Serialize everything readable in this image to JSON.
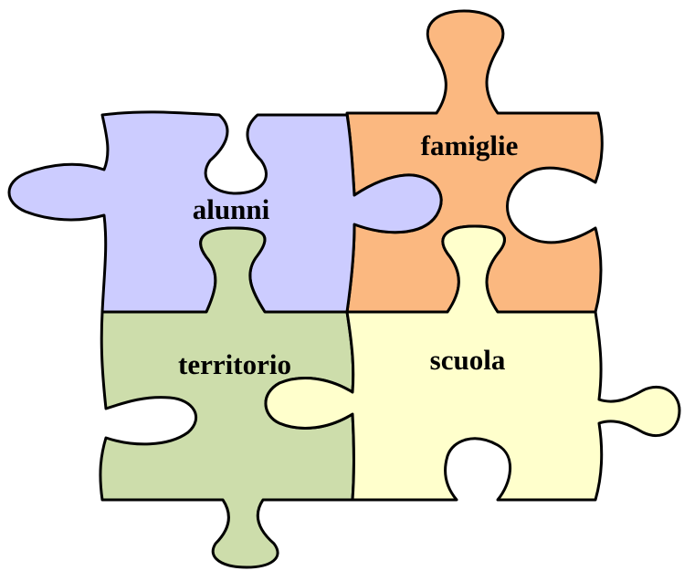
{
  "pieces": [
    {
      "id": "famiglie",
      "label": "famiglie",
      "fill": "#FBB880"
    },
    {
      "id": "alunni",
      "label": "alunni",
      "fill": "#CCCCFF"
    },
    {
      "id": "territorio",
      "label": "territorio",
      "fill": "#CDDDAB"
    },
    {
      "id": "scuola",
      "label": "scuola",
      "fill": "#FFFFCC"
    }
  ]
}
